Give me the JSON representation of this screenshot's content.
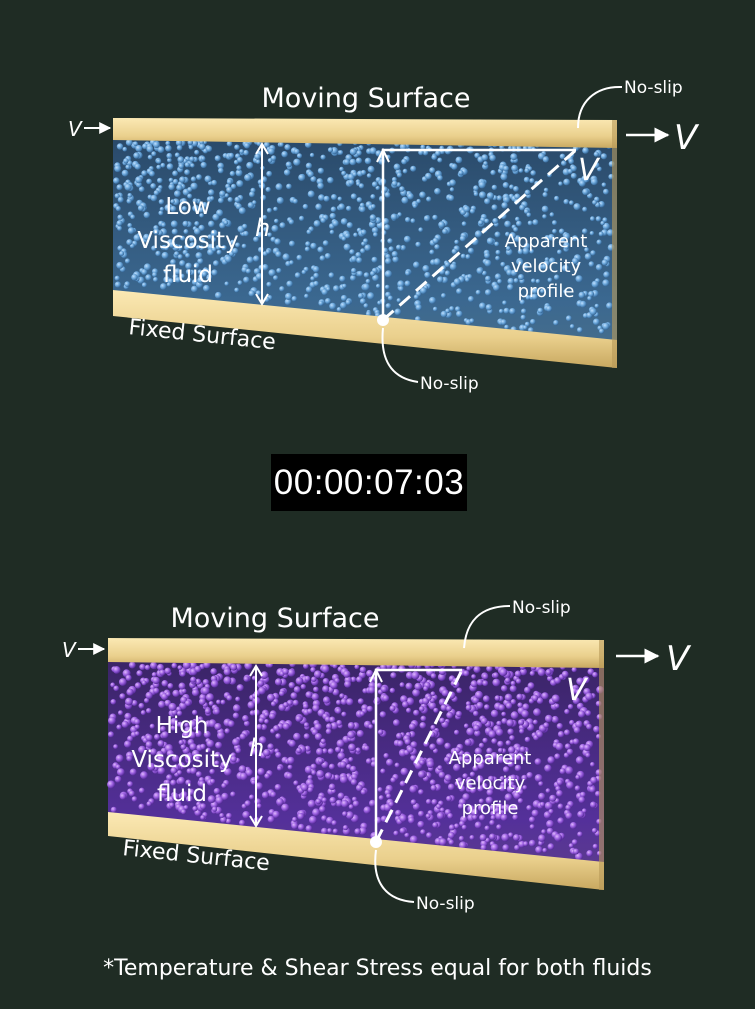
{
  "top_panel": {
    "moving_surface": "Moving Surface",
    "fixed_surface": "Fixed Surface",
    "fluid_label": [
      "Low",
      "Viscosity",
      "fluid"
    ],
    "height_symbol": "h",
    "velocity_left": "V",
    "velocity_right": "V",
    "velocity_profile_end": "V",
    "profile_label": [
      "Apparent",
      "velocity",
      "profile"
    ],
    "no_slip_top": "No-slip",
    "no_slip_bottom": "No-slip",
    "fluid_color": "#5b9bd5"
  },
  "timer": "00:00:07:03",
  "bottom_panel": {
    "moving_surface": "Moving Surface",
    "fixed_surface": "Fixed Surface",
    "fluid_label": [
      "High",
      "Viscosity",
      "fluid"
    ],
    "height_symbol": "h",
    "velocity_left": "V",
    "velocity_right": "V",
    "velocity_profile_end": "V",
    "profile_label": [
      "Apparent",
      "velocity",
      "profile"
    ],
    "no_slip_top": "No-slip",
    "no_slip_bottom": "No-slip",
    "fluid_color": "#8a4fd0"
  },
  "footnote": "*Temperature & Shear Stress equal for both fluids",
  "colors": {
    "background": "#1f2c24",
    "surface": "#f0d79a",
    "low_viscosity_fluid": "#5b9bd5",
    "high_viscosity_fluid": "#8a4fd0"
  }
}
